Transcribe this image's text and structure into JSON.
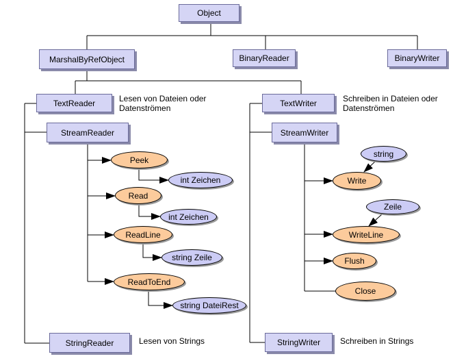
{
  "classes": {
    "object": "Object",
    "marshal": "MarshalByRefObject",
    "binary_reader": "BinaryReader",
    "binary_writer": "BinaryWriter",
    "text_reader": "TextReader",
    "text_writer": "TextWriter",
    "stream_reader": "StreamReader",
    "stream_writer": "StreamWriter",
    "string_reader": "StringReader",
    "string_writer": "StringWriter"
  },
  "reader_methods": {
    "peek": "Peek",
    "read": "Read",
    "readline": "ReadLine",
    "readtoend": "ReadToEnd"
  },
  "reader_returns": {
    "peek": "int Zeichen",
    "read": "int Zeichen",
    "readline": "string Zeile",
    "readtoend": "string DateiRest"
  },
  "writer_methods": {
    "write": "Write",
    "writeline": "WriteLine",
    "flush": "Flush",
    "close": "Close"
  },
  "writer_params": {
    "write": "string",
    "writeline": "Zeile"
  },
  "notes": {
    "text_reader": [
      "Lesen von Dateien oder",
      "Datenströmen"
    ],
    "text_writer": [
      "Schreiben in Dateien oder",
      "Datenströmen"
    ],
    "string_reader": "Lesen von Strings",
    "string_writer": "Schreiben in Strings"
  },
  "colors": {
    "class_box": "#d5d5f5",
    "method_oval": "#fccb9c",
    "param_oval": "#ccccf5"
  }
}
